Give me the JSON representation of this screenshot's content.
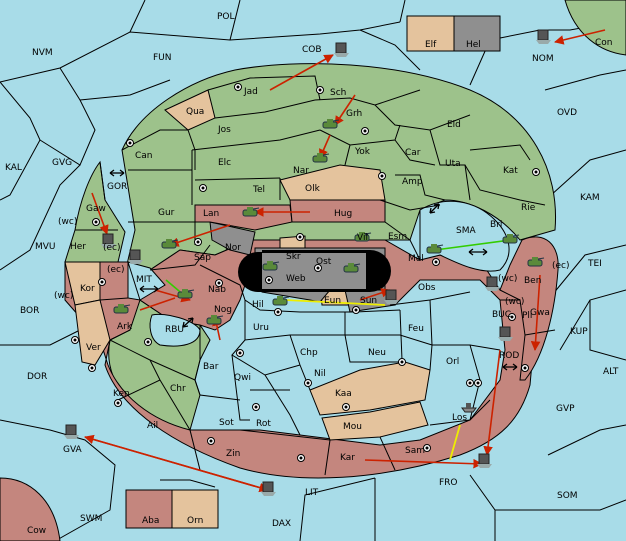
{
  "colors": {
    "sea": "#a8dce8",
    "player_green": "#9dc28b",
    "player_tan": "#e4c39d",
    "player_red": "#c4867e",
    "impassable_grey": "#8f8f8f",
    "order_red": "#cc2200",
    "order_green": "#33cc00",
    "order_yellow": "#eeee00"
  },
  "sea_labels": {
    "POL": "POL",
    "NVM": "NVM",
    "FUN": "FUN",
    "COB": "COB",
    "NOM": "NOM",
    "Con": "Con",
    "OVD": "OVD",
    "KAL": "KAL",
    "GVG": "GVG",
    "GOR": "GOR",
    "KAM": "KAM",
    "MVU": "MVU",
    "SMA": "SMA",
    "TEI": "TEI",
    "MIT": "MIT",
    "BOR": "BOR",
    "RBU": "RBU",
    "BUC": "BUC",
    "KUP": "KUP",
    "ROD": "ROD",
    "ALT": "ALT",
    "DOR": "DOR",
    "GVP": "GVP",
    "GVA": "GVA",
    "FRO": "FRO",
    "LIT": "LIT",
    "SOM": "SOM",
    "SWM": "SWM",
    "DAX": "DAX",
    "Cow": "Cow"
  },
  "land_labels": {
    "Elf": "Elf",
    "Hel": "Hel",
    "Jad": "Jad",
    "Sch": "Sch",
    "Qua": "Qua",
    "Jos": "Jos",
    "Grh": "Grh",
    "Eld": "Eld",
    "Can": "Can",
    "Yok": "Yok",
    "Car": "Car",
    "Uta": "Uta",
    "Elc": "Elc",
    "Nar": "Nar",
    "Kat": "Kat",
    "Tel": "Tel",
    "Olk": "Olk",
    "Amp": "Amp",
    "Gaw": "Gaw",
    "Gur": "Gur",
    "Rie": "Rie",
    "Lan": "Lan",
    "Hug": "Hug",
    "Bri": "Bri",
    "Her": "Her",
    "Nor": "Nor",
    "Skr": "Skr",
    "Esm": "Esm",
    "Vil": "Vil",
    "Sap": "Sap",
    "Ost": "Ost",
    "Mel": "Mel",
    "Ben": "Ben",
    "Web": "Web",
    "Kor": "Kor",
    "Nab": "Nab",
    "Obs": "Obs",
    "Eun": "Eun",
    "Sun": "Sun",
    "Hil": "Hil",
    "Ark": "Ark",
    "Nog": "Nog",
    "Pli": "Pli",
    "Gwa": "Gwa",
    "Uru": "Uru",
    "Feu": "Feu",
    "Ver": "Ver",
    "Chp": "Chp",
    "Neu": "Neu",
    "Orl": "Orl",
    "Bar": "Bar",
    "Qwi": "Qwi",
    "Nil": "Nil",
    "Ken": "Ken",
    "Chr": "Chr",
    "Kaa": "Kaa",
    "Los": "Los",
    "Ail": "Ail",
    "Sot": "Sot",
    "Rot": "Rot",
    "Mou": "Mou",
    "Zin": "Zin",
    "Kar": "Kar",
    "Sam": "Sam",
    "Aba": "Aba",
    "Orn": "Orn"
  },
  "coast_labels": {
    "wc_her": "(wc)",
    "ec_her": "(ec)",
    "ec_mit": "(ec)",
    "wc_kor": "(wc)",
    "wc_buc": "(wc)",
    "ec_ben": "(ec)",
    "wc_pli": "(wc)"
  }
}
